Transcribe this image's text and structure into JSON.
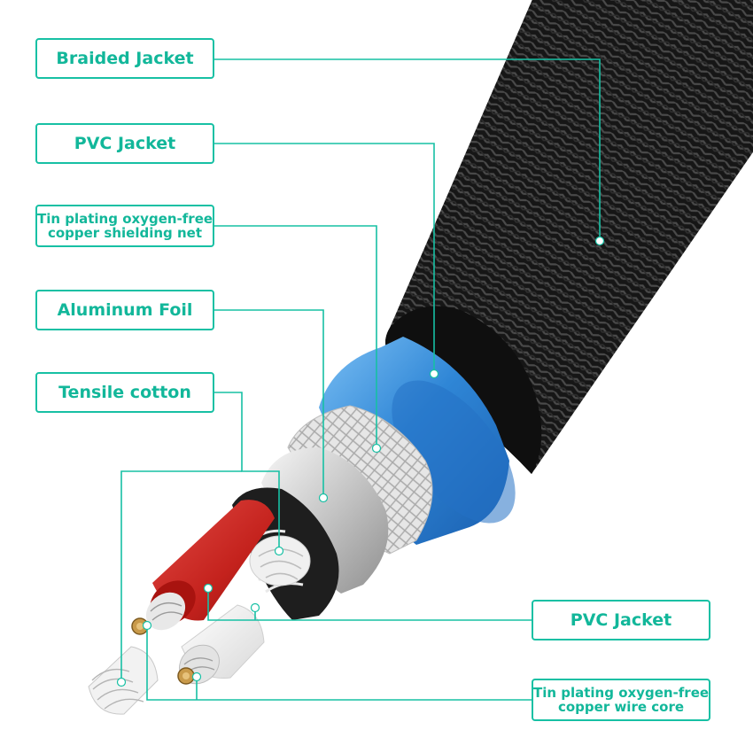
{
  "labels": {
    "braided_jacket": "Braided Jacket",
    "pvc_jacket_outer": "PVC Jacket",
    "shield_line1": "Tin plating oxygen-free",
    "shield_line2": "copper shielding net",
    "aluminum_foil": "Aluminum Foil",
    "tensile_cotton": "Tensile cotton",
    "pvc_jacket_inner": "PVC Jacket",
    "core_line1": "Tin plating oxygen-free",
    "core_line2": "copper wire core"
  },
  "colors": {
    "accent": "#17c0a4",
    "braid": "#1c1c1c",
    "pvc_outer": "#2f86d6",
    "shield": "#d8d8d8",
    "foil": "#cfcfcf",
    "red_insulation": "#c4221d",
    "white_insulation": "#f2f2f2",
    "copper": "#c99a4a"
  }
}
